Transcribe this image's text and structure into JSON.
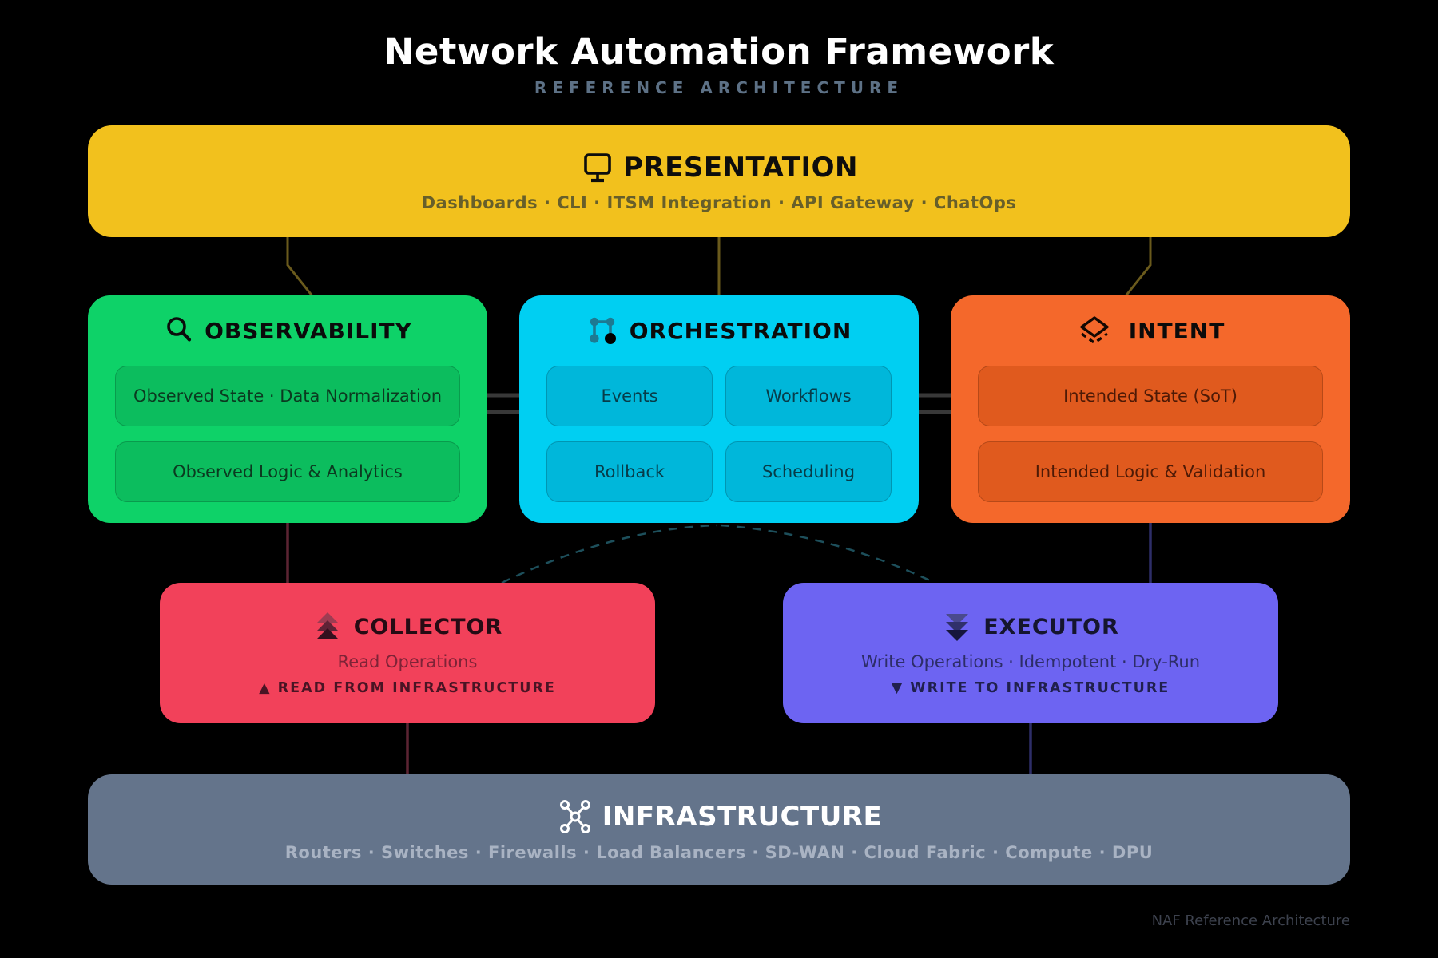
{
  "header": {
    "title": "Network Automation Framework",
    "subtitle": "REFERENCE ARCHITECTURE"
  },
  "presentation": {
    "title": "PRESENTATION",
    "subtitle": "Dashboards · CLI · ITSM Integration · API Gateway · ChatOps"
  },
  "observability": {
    "title": "OBSERVABILITY",
    "items": [
      "Observed State · Data Normalization",
      "Observed Logic & Analytics"
    ]
  },
  "orchestration": {
    "title": "ORCHESTRATION",
    "items": [
      "Events",
      "Workflows",
      "Rollback",
      "Scheduling"
    ]
  },
  "intent": {
    "title": "INTENT",
    "items": [
      "Intended State (SoT)",
      "Intended Logic & Validation"
    ]
  },
  "collector": {
    "title": "COLLECTOR",
    "subtitle": "Read Operations",
    "badge": "▲ READ FROM INFRASTRUCTURE"
  },
  "executor": {
    "title": "EXECUTOR",
    "subtitle": "Write Operations · Idempotent · Dry-Run",
    "badge": "▼ WRITE TO INFRASTRUCTURE"
  },
  "infrastructure": {
    "title": "INFRASTRUCTURE",
    "subtitle": "Routers · Switches · Firewalls · Load Balancers · SD-WAN · Cloud Fabric · Compute · DPU"
  },
  "footer": {
    "credit": "NAF Reference Architecture"
  },
  "colors": {
    "background": "#000000",
    "presentation": "#f2c11d",
    "observability": "#0ed268",
    "orchestration": "#00cff2",
    "intent": "#f4682b",
    "collector": "#f2415a",
    "executor": "#6d64f2",
    "infrastructure": "#64748b",
    "subtitle_slate": "#5d7186",
    "wire_olive": "#6a5a1c",
    "wire_gray": "#383838",
    "wire_maroon": "#5c2433",
    "wire_indigo": "#2e2e68",
    "wire_teal_dashed": "#1d4f5b"
  }
}
